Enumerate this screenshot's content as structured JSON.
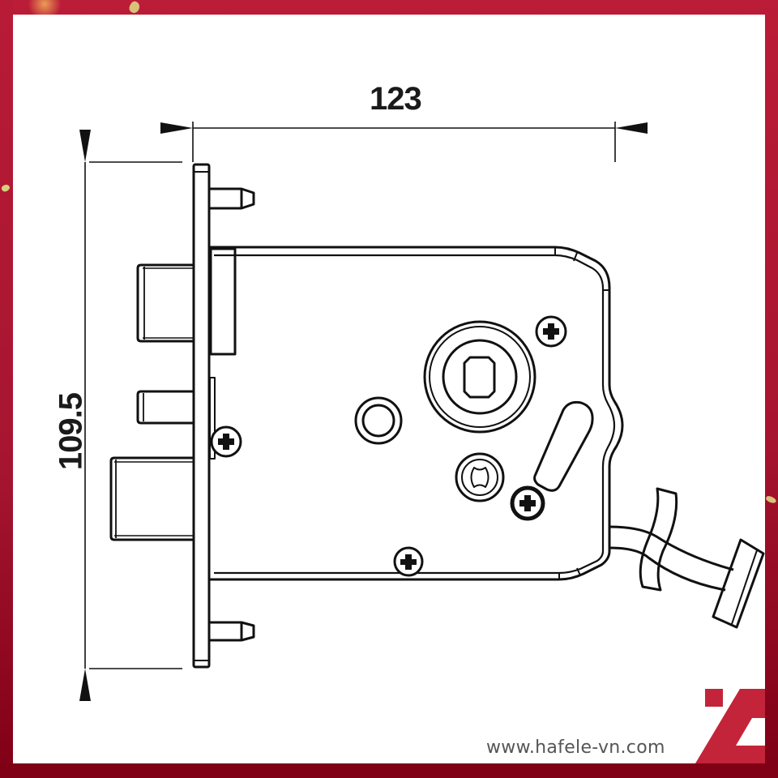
{
  "drawing": {
    "title": "Lock body technical drawing",
    "dimensions": {
      "width": "123",
      "height": "109.5"
    },
    "components": [
      "faceplate",
      "latch-bolt",
      "deadbolt",
      "auxiliary-latch",
      "follower-spindle-hole",
      "thumbturn-hole",
      "cylinder-hole",
      "key-slot",
      "screws",
      "cable-connector"
    ]
  },
  "footer": {
    "website": "www.hafele-vn.com",
    "brand_logo": "hafele-logo"
  },
  "colors": {
    "frame": "#b21a35",
    "frame_dark": "#800016",
    "brand_red": "#c3243a",
    "line": "#111111",
    "background": "#ffffff"
  }
}
